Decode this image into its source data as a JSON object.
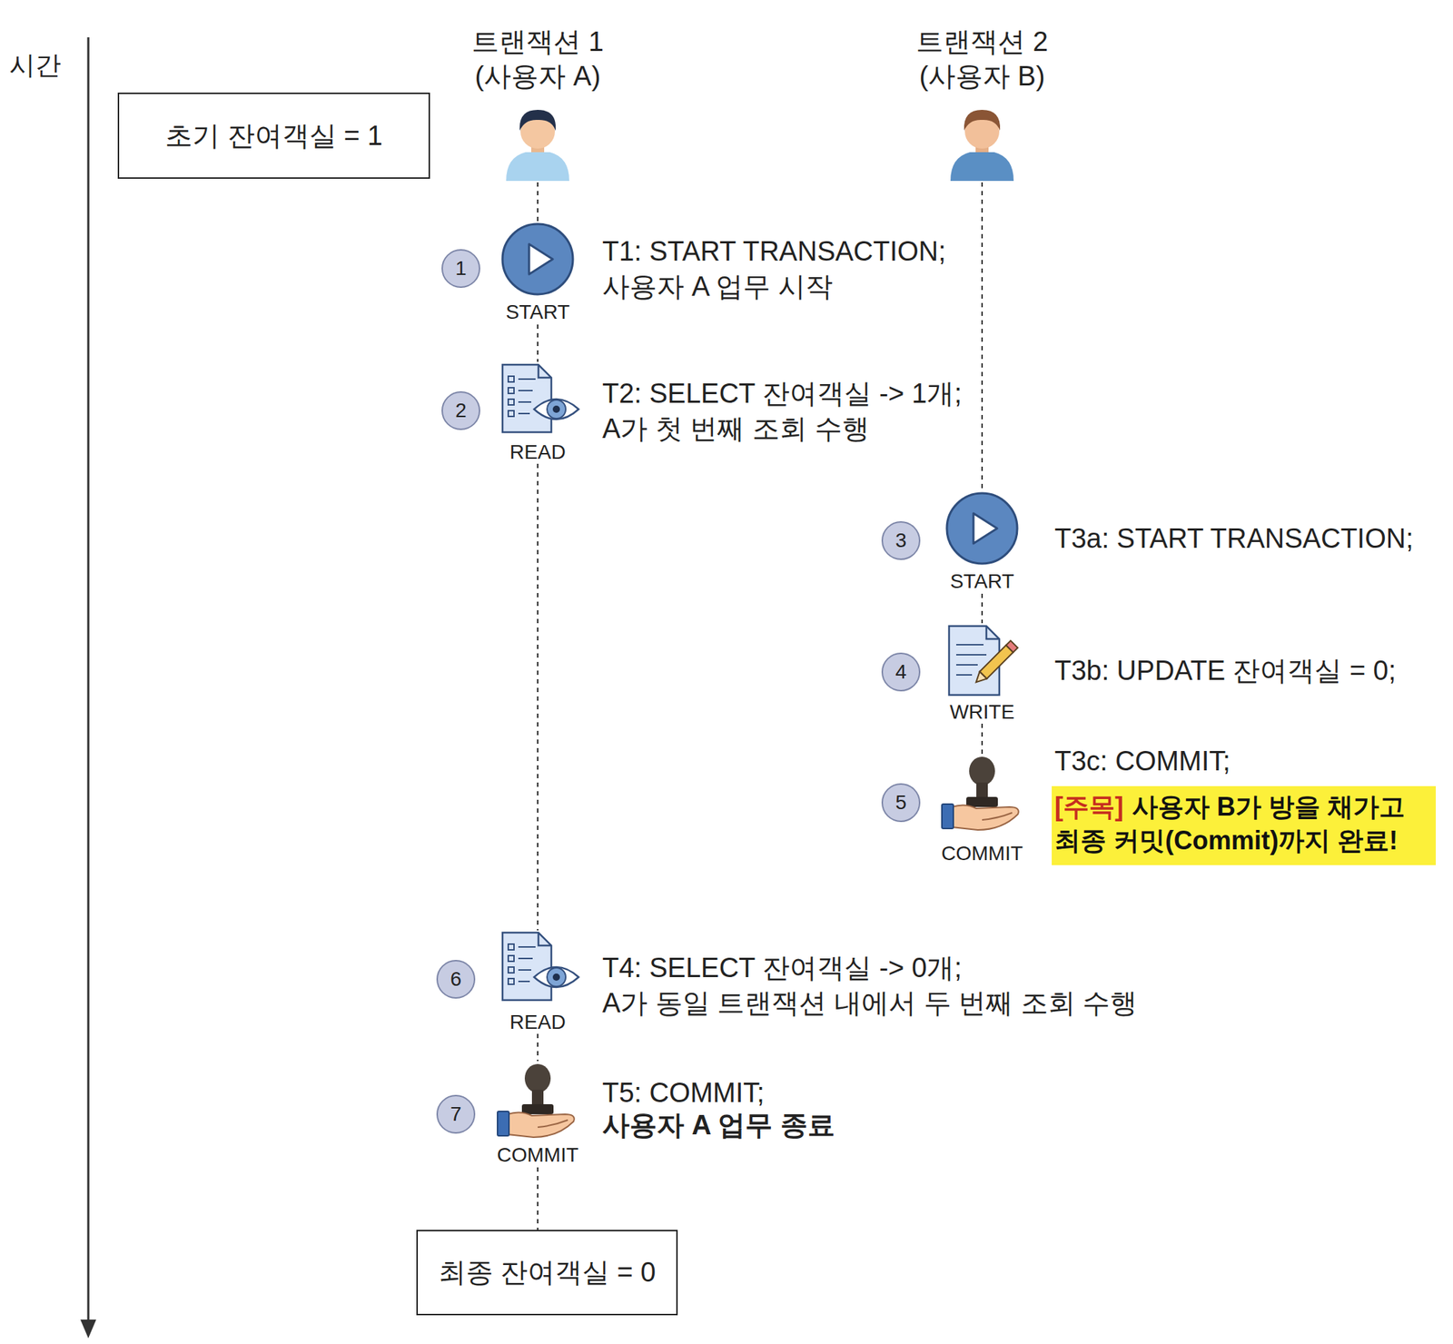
{
  "diagram": {
    "nodes": [
      {
        "text": [
          "초기 잔여객실 = 1"
        ]
      },
      {
        "text": [
          "1"
        ]
      },
      {
        "text": [
          "2"
        ]
      },
      {
        "text": [
          "3"
        ]
      },
      {
        "text": [
          "4"
        ]
      },
      {
        "text": [
          "5"
        ]
      },
      {
        "text": [
          "[주목]",
          "사용자 B가 방을 채가고 최종 커밋(Commit)까지 완료!"
        ]
      },
      {
        "text": [
          "6"
        ]
      },
      {
        "text": [
          "7"
        ]
      },
      {
        "text": [
          "최종 잔여객실 = 0"
        ]
      }
    ],
    "labels": [
      "시간",
      "트랜잭션 1 (사용자 A)",
      "트랜잭션 2 (사용자 B)",
      "START",
      "T1: START TRANSACTION;",
      "사용자 A 업무 시작",
      "READ",
      "T2: SELECT 잔여객실 -> 1개;",
      "A가 첫 번째 조회 수행",
      "START",
      "T3a: START TRANSACTION;",
      "WRITE",
      "T3b: UPDATE 잔여객실 = 0;",
      "COMMIT",
      "T3c: COMMIT;",
      "READ",
      "T4: SELECT 잔여객실 -> 0개;",
      "A가 동일 트랜잭션 내에서 두 번째 조회 수행",
      "COMMIT",
      "T5: COMMIT;",
      "사용자 A 업무 종료"
    ]
  }
}
